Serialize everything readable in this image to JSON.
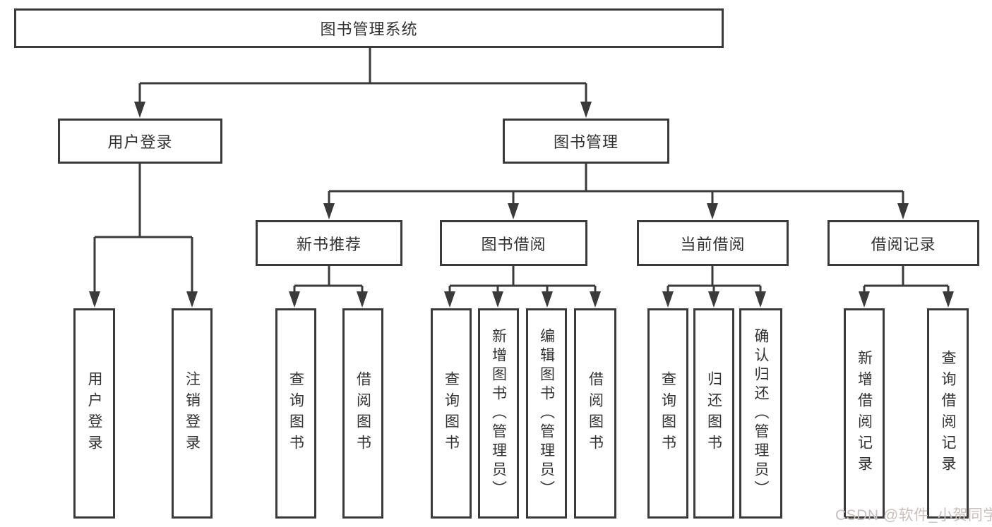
{
  "tree": {
    "root": {
      "label": "图书管理系统"
    },
    "children": [
      {
        "label": "用户登录",
        "children": [
          {
            "label": "用户登录"
          },
          {
            "label": "注销登录"
          }
        ]
      },
      {
        "label": "图书管理",
        "children": [
          {
            "label": "新书推荐",
            "children": [
              {
                "label": "查询图书"
              },
              {
                "label": "借阅图书"
              }
            ]
          },
          {
            "label": "图书借阅",
            "children": [
              {
                "label": "查询图书"
              },
              {
                "label": "新增图书（管理员）"
              },
              {
                "label": "编辑图书（管理员）"
              },
              {
                "label": "借阅图书"
              }
            ]
          },
          {
            "label": "当前借阅",
            "children": [
              {
                "label": "查询图书"
              },
              {
                "label": "归还图书"
              },
              {
                "label": "确认归还（管理员）"
              }
            ]
          },
          {
            "label": "借阅记录",
            "children": [
              {
                "label": "新增借阅记录"
              },
              {
                "label": "查询借阅记录"
              }
            ]
          }
        ]
      }
    ]
  },
  "watermark": "CSDN @软件_小贺同学",
  "colors": {
    "line": "#3a3a3a",
    "text": "#333333",
    "watermark": "#c9bfbf",
    "background": "#ffffff"
  }
}
